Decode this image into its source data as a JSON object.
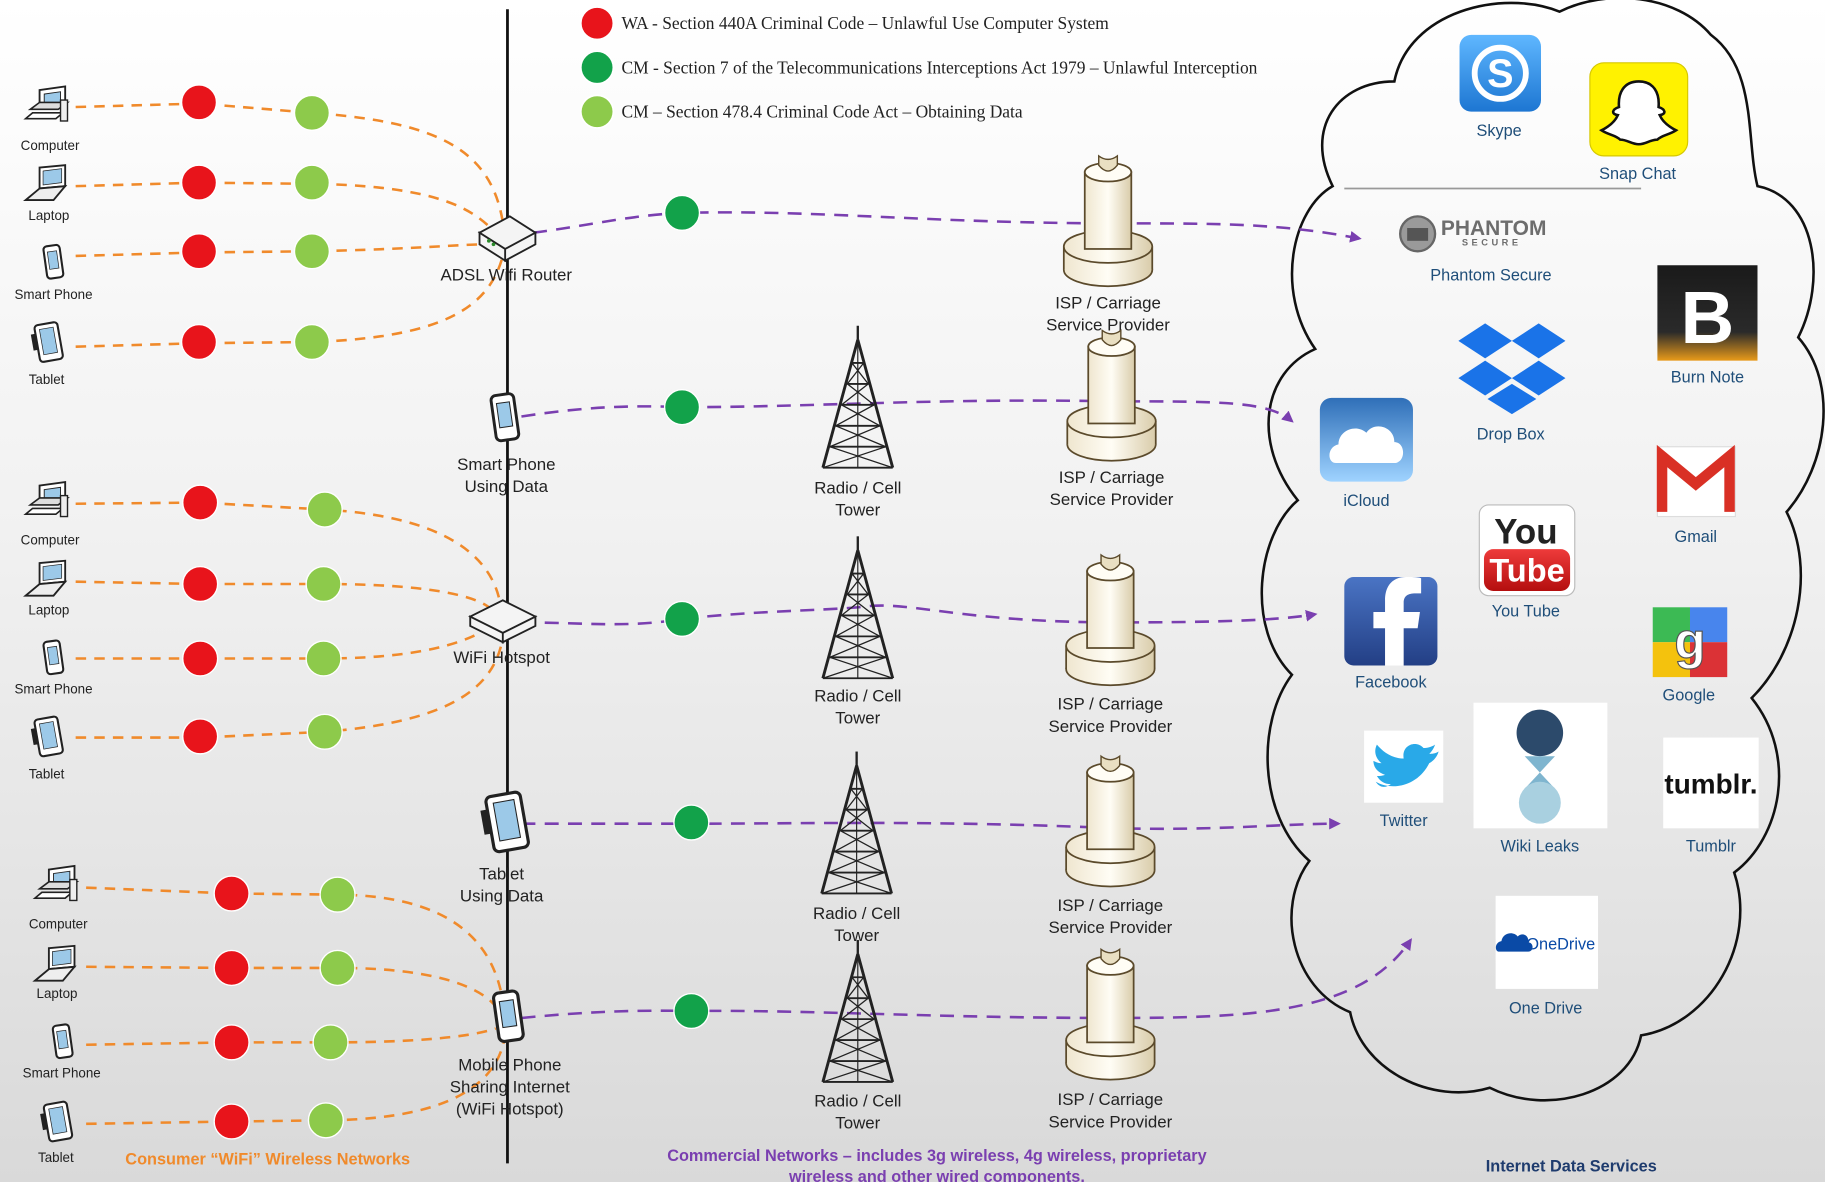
{
  "legend": [
    {
      "color": "#e8141b",
      "text": "WA - Section 440A Criminal Code – Unlawful Use Computer System"
    },
    {
      "color": "#12a24a",
      "text": "CM - Section 7 of the Telecommunications Interceptions Act 1979 – Unlawful Interception"
    },
    {
      "color": "#8dca4b",
      "text": "CM – Section 478.4 Criminal Code Act – Obtaining Data"
    }
  ],
  "colors": {
    "orange_link": "#f08a2b",
    "purple_link": "#7a3fb0",
    "red_marker": "#e8141b",
    "green_marker": "#12a24a",
    "light_green_marker": "#8dca4b"
  },
  "devices": {
    "computer": "Computer",
    "laptop": "Laptop",
    "smartphone": "Smart Phone",
    "tablet": "Tablet"
  },
  "hubs": {
    "router": "ADSL Wifi Router",
    "smartphone_data_1": "Smart Phone",
    "smartphone_data_2": "Using Data",
    "hotspot": "WiFi Hotspot",
    "tablet_data_1": "Tablet",
    "tablet_data_2": "Using Data",
    "mobile_sharing_1": "Mobile Phone",
    "mobile_sharing_2": "Sharing Internet",
    "mobile_sharing_3": "(WiFi Hotspot)"
  },
  "tower": {
    "line1": "Radio / Cell",
    "line2": "Tower"
  },
  "isp": {
    "line1": "ISP / Carriage",
    "line2": "Service Provider"
  },
  "services": {
    "skype": "Skype",
    "snapchat": "Snap Chat",
    "phantom": "Phantom Secure",
    "phantom_logo": "PHANTOM",
    "phantom_logo_sub": "SECURE",
    "burnnote": "Burn Note",
    "dropbox": "Drop Box",
    "icloud": "iCloud",
    "gmail": "Gmail",
    "youtube": "You Tube",
    "youtube_you": "You",
    "youtube_tube": "Tube",
    "facebook": "Facebook",
    "google": "Google",
    "twitter": "Twitter",
    "wikileaks": "Wiki Leaks",
    "tumblr": "Tumblr",
    "tumblr_logo": "tumblr.",
    "onedrive": "One Drive",
    "onedrive_logo": "OneDrive"
  },
  "footer": {
    "consumer": "Consumer “WiFi” Wireless Networks",
    "commercial_1": "Commercial Networks – includes 3g wireless, 4g wireless, proprietary",
    "commercial_2": "wireless and other wired components.",
    "internet": "Internet Data Services"
  }
}
